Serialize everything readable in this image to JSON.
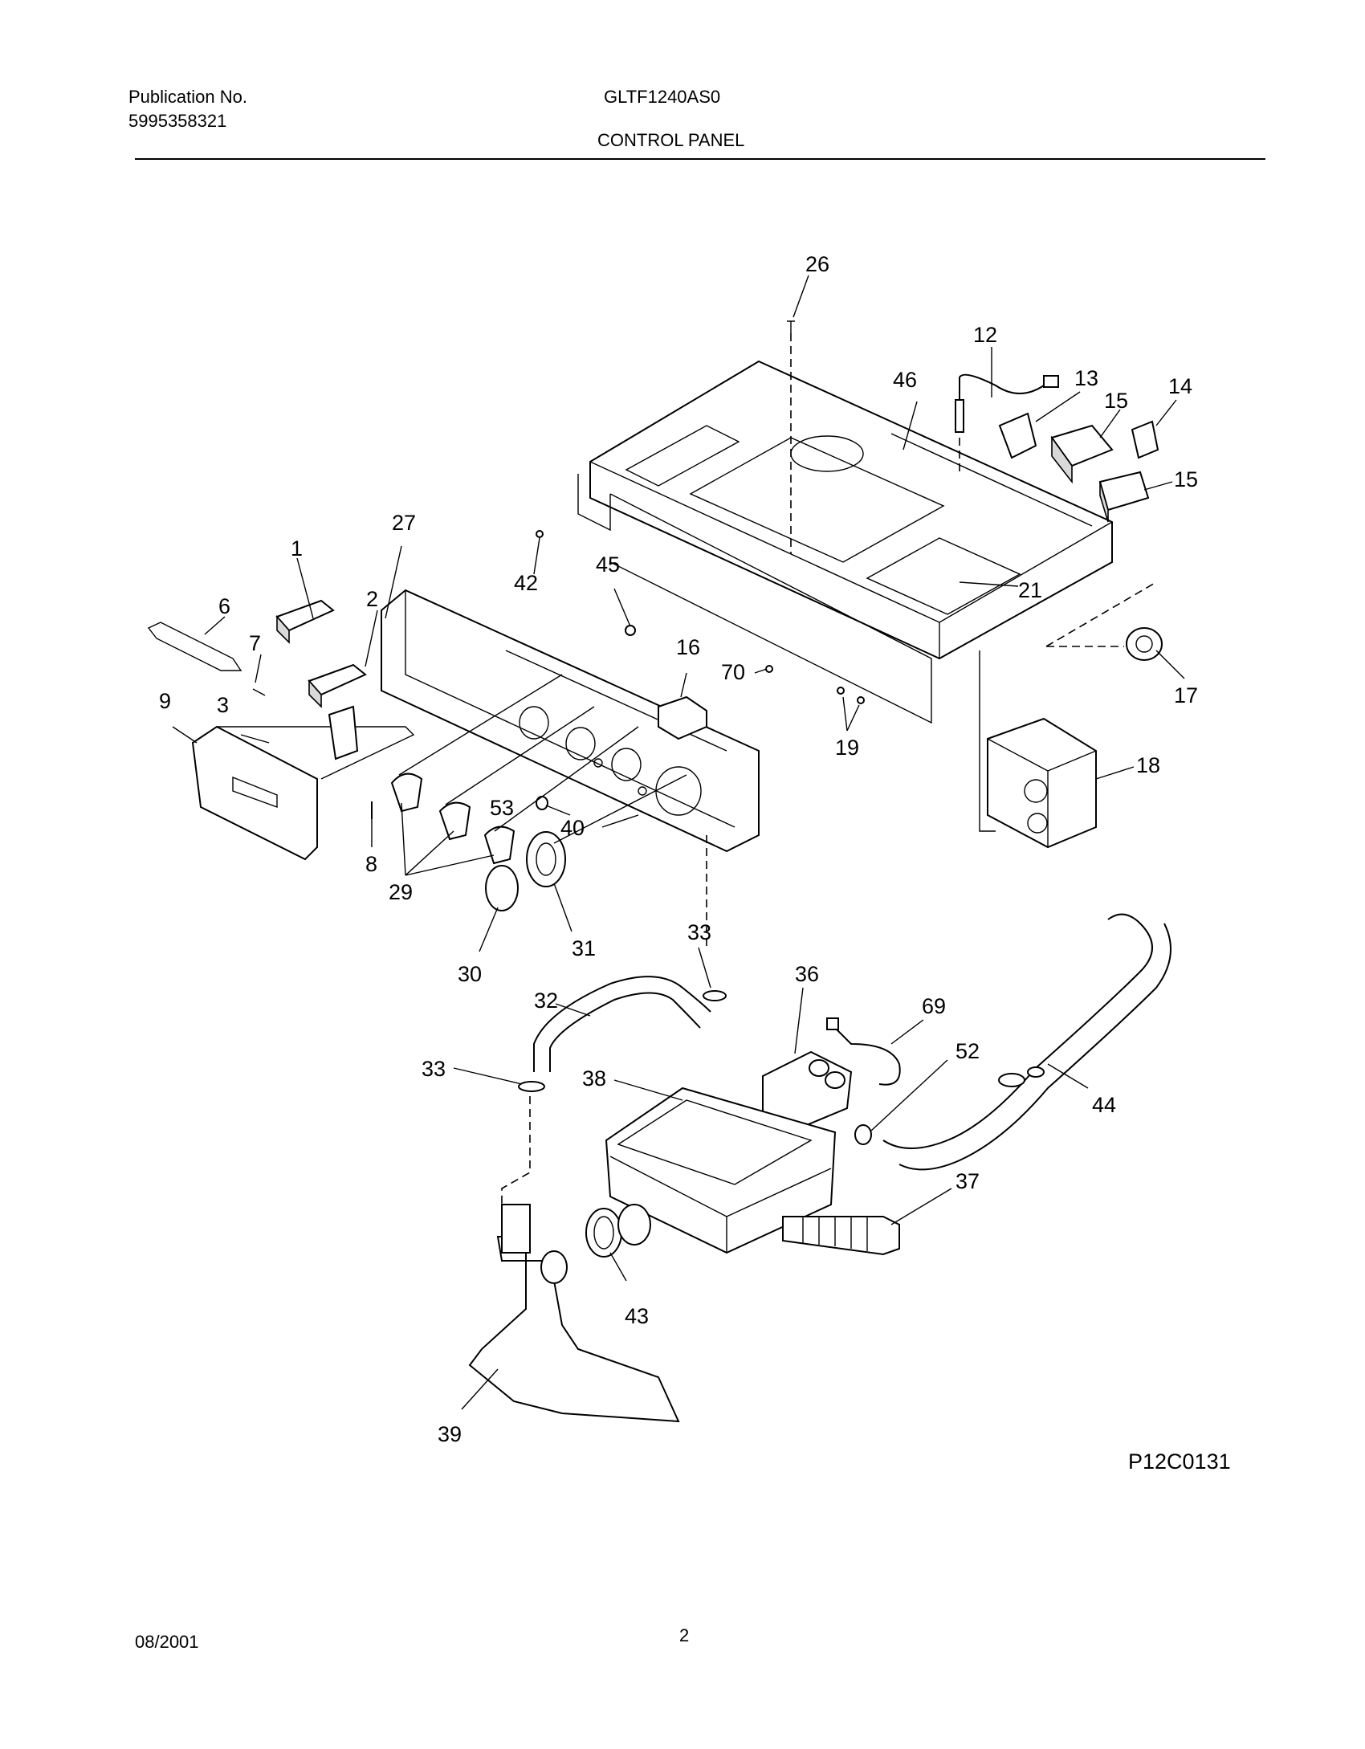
{
  "header": {
    "publication_label": "Publication No.",
    "publication_number": "5995358321",
    "model": "GLTF1240AS0",
    "section": "CONTROL PANEL"
  },
  "diagram_code": "P12C0131",
  "footer": {
    "date": "08/2001",
    "page": "2"
  },
  "callouts": [
    "1",
    "2",
    "3",
    "6",
    "7",
    "8",
    "9",
    "12",
    "13",
    "14",
    "15",
    "15",
    "16",
    "17",
    "18",
    "19",
    "21",
    "26",
    "27",
    "29",
    "30",
    "31",
    "32",
    "33",
    "33",
    "36",
    "37",
    "38",
    "39",
    "40",
    "42",
    "43",
    "44",
    "45",
    "46",
    "52",
    "53",
    "69",
    "70"
  ]
}
